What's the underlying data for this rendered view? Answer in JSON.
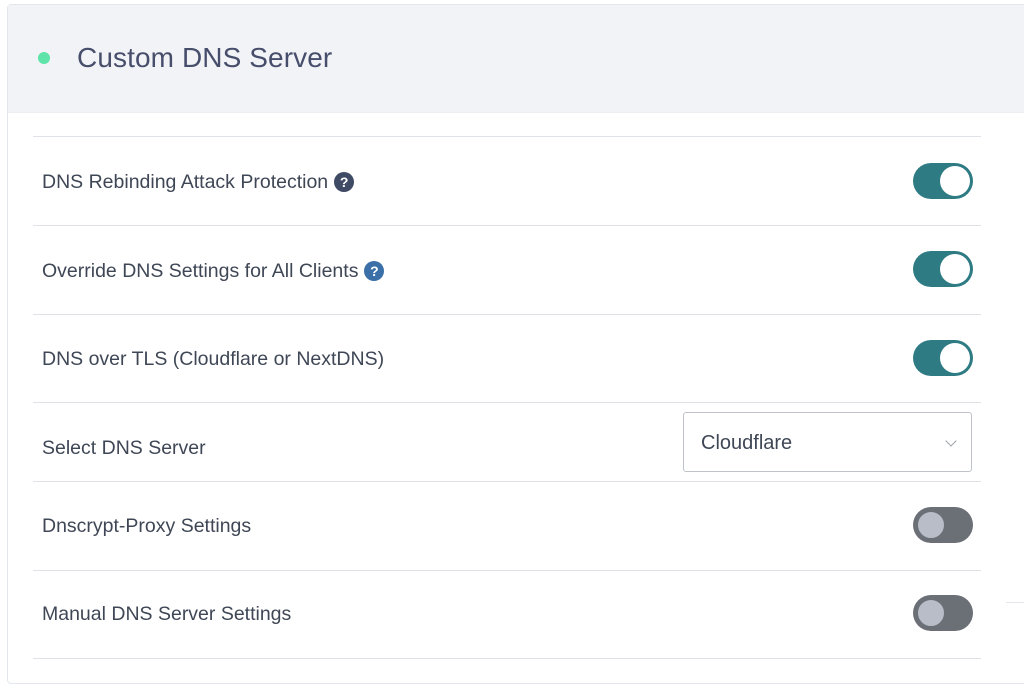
{
  "header": {
    "title": "Custom DNS Server",
    "status_color": "#5ee3a8"
  },
  "colors": {
    "toggle_on": "#2e7b84",
    "toggle_off": "#6b6f76",
    "knob_off": "#b8bdc8",
    "help_icon_dark": "#3f4a64",
    "help_icon_blue": "#3a6fa8"
  },
  "settings": {
    "dns_rebinding": {
      "label": "DNS Rebinding Attack Protection",
      "help_icon": "question-circle-icon",
      "enabled": true
    },
    "override_dns": {
      "label": "Override DNS Settings for All Clients",
      "help_icon": "question-circle-icon",
      "enabled": true
    },
    "dns_over_tls": {
      "label": "DNS over TLS (Cloudflare or NextDNS)",
      "enabled": true
    },
    "select_dns_server": {
      "label": "Select DNS Server",
      "value": "Cloudflare",
      "icon": "chevron-down-icon"
    },
    "dnscrypt_proxy": {
      "label": "Dnscrypt-Proxy Settings",
      "enabled": false
    },
    "manual_dns": {
      "label": "Manual DNS Server Settings",
      "enabled": false
    }
  }
}
